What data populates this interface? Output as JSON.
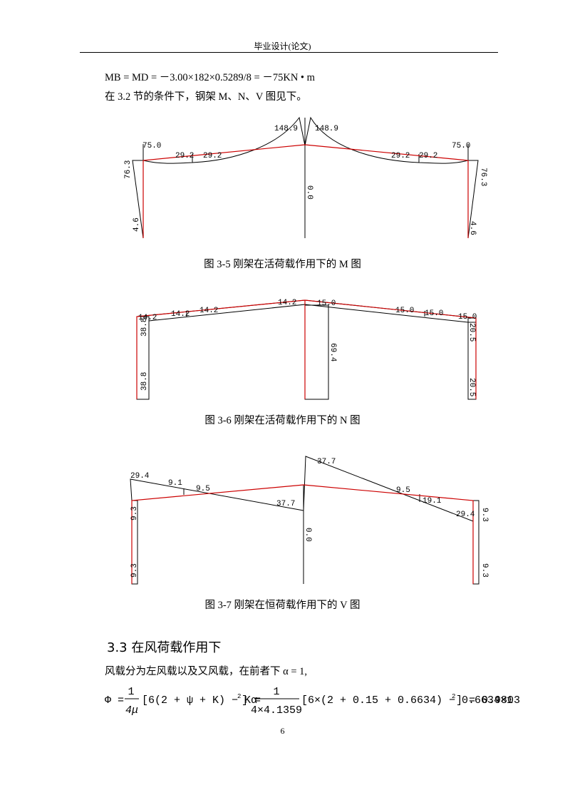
{
  "header": {
    "title": "毕业设计(论文)"
  },
  "body": {
    "eq_line": "MB = MD = －3.00×182×0.5289/8 = －75KN • m",
    "intro_line": "在 3.2 节的条件下，钢架 M、N、V 图见下。",
    "section_title": "3.3 在风荷载作用下",
    "wind_line": "风载分为左风载以及又风载，在前者下 α = 1,"
  },
  "figures": {
    "m": {
      "caption": "图 3-5  刚架在活荷载作用下的 M 图",
      "labels": [
        "148.9",
        "148.9",
        "75.0",
        "75.0",
        "29.2",
        "29.2",
        "29.2",
        "29.2",
        "76.3",
        "76.3",
        "0.0",
        "4.6",
        "4.6"
      ]
    },
    "n": {
      "caption": "图 3-6  刚架在活荷载作用下的 N 图",
      "labels": [
        "14.2",
        "14.2",
        "14.2",
        "14.2",
        "15.0",
        "15.0",
        "15.0",
        "15.0",
        "38.8",
        "38.8",
        "69.4",
        "20.5",
        "20.5"
      ]
    },
    "v": {
      "caption": "图 3-7  刚架在恒荷载作用下的 V 图",
      "labels": [
        "29.4",
        "9.1",
        "9.5",
        "37.7",
        "37.7",
        "9.5",
        "19.1",
        "29.4",
        "9.3",
        "9.3",
        "0.0",
        "9.3",
        "9.3"
      ]
    }
  },
  "formula": {
    "lhs": "Φ =",
    "frac1_num": "1",
    "frac1_den": "4μ",
    "mid": "[6(2 + ψ + K) − Kα",
    "sup": "2",
    "mid_end": "] =",
    "frac2_num": "1",
    "frac2_den": "4×4.1359",
    "rhs": "[6×(2 + 0.15 + 0.6634) − 0.6634×1",
    "rhs_sup": "2",
    "rhs_end": "] = 0.9803"
  },
  "page": {
    "number": "6"
  }
}
